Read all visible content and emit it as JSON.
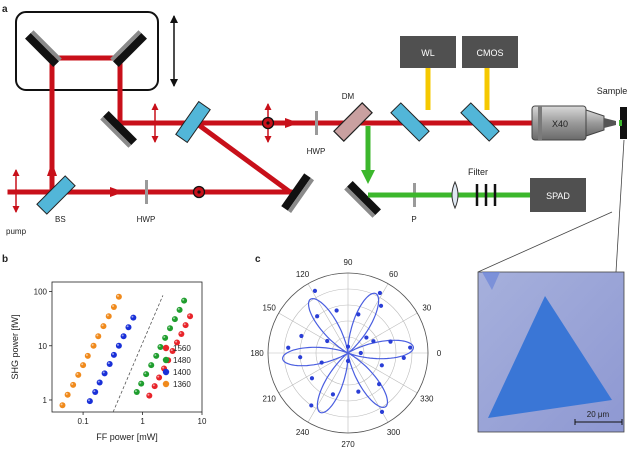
{
  "panels": {
    "a": "a",
    "b": "b",
    "c": "c"
  },
  "setup": {
    "pump": "pump",
    "bs": "BS",
    "hwp1": "HWP",
    "hwp2": "HWP",
    "dm": "DM",
    "wl": "WL",
    "cmos": "CMOS",
    "objective": "X40",
    "sample": "Sample",
    "filter": "Filter",
    "spad": "SPAD",
    "polarizer": "P"
  },
  "colors": {
    "beam_red": "#c8101a",
    "beam_green": "#3cb72c",
    "beam_yellow": "#f5c800",
    "optic_blue": "#52b6d8",
    "box_dark": "#505050",
    "crystal_blue": "#3a76d6",
    "image_bg": "#9aa3d8"
  },
  "chart_data": [
    {
      "type": "scatter",
      "xlabel": "FF power [mW]",
      "ylabel": "SHG power [fW]",
      "xscale": "log",
      "yscale": "log",
      "xlim": [
        0.03,
        10
      ],
      "ylim": [
        0.6,
        150
      ],
      "xticks": [
        "0.1",
        "1",
        "10"
      ],
      "yticks": [
        "1",
        "10",
        "100"
      ],
      "legend_position": "bottom-right",
      "series": [
        {
          "name": "1560",
          "color": "#e8242a",
          "x": [
            1.3,
            1.6,
            1.9,
            2.3,
            2.7,
            3.2,
            3.8,
            4.5,
            5.3,
            6.3
          ],
          "y": [
            1.2,
            1.8,
            2.6,
            3.8,
            5.4,
            8,
            11.5,
            16.5,
            24,
            35
          ]
        },
        {
          "name": "1480",
          "color": "#1f9e2e",
          "x": [
            0.8,
            0.95,
            1.15,
            1.4,
            1.7,
            2.0,
            2.4,
            2.9,
            3.5,
            4.2,
            5.0
          ],
          "y": [
            1.4,
            2,
            3,
            4.4,
            6.5,
            9.5,
            14,
            21,
            31,
            46,
            68
          ]
        },
        {
          "name": "1400",
          "color": "#1930d8",
          "x": [
            0.13,
            0.16,
            0.19,
            0.23,
            0.28,
            0.33,
            0.4,
            0.48,
            0.58,
            0.7
          ],
          "y": [
            0.95,
            1.4,
            2.1,
            3.1,
            4.6,
            6.8,
            10,
            15,
            22,
            33
          ]
        },
        {
          "name": "1360",
          "color": "#f08a1c",
          "x": [
            0.045,
            0.055,
            0.068,
            0.083,
            0.1,
            0.12,
            0.15,
            0.18,
            0.22,
            0.27,
            0.33,
            0.4
          ],
          "y": [
            0.8,
            1.25,
            1.9,
            2.9,
            4.4,
            6.5,
            10,
            15,
            23,
            35,
            52,
            80
          ]
        }
      ],
      "reference_line": {
        "style": "dashed",
        "x": [
          0.32,
          2.2
        ],
        "y": [
          0.6,
          85
        ]
      }
    },
    {
      "type": "polar",
      "angle_ticks": [
        "0",
        "30",
        "60",
        "90",
        "120",
        "150",
        "180",
        "210",
        "240",
        "270",
        "300",
        "330"
      ],
      "radial_max": 1.0,
      "series": [
        {
          "name": "",
          "color": "#2a3ed6",
          "points": [
            {
              "theta": 0,
              "r": 0.16
            },
            {
              "theta": 5,
              "r": 0.78
            },
            {
              "theta": 15,
              "r": 0.55
            },
            {
              "theta": 25,
              "r": 0.35
            },
            {
              "theta": 40,
              "r": 0.3
            },
            {
              "theta": 55,
              "r": 0.72
            },
            {
              "theta": 62,
              "r": 0.85
            },
            {
              "theta": 75,
              "r": 0.5
            },
            {
              "theta": 90,
              "r": 0.08
            },
            {
              "theta": 105,
              "r": 0.55
            },
            {
              "theta": 118,
              "r": 0.88
            },
            {
              "theta": 130,
              "r": 0.6
            },
            {
              "theta": 150,
              "r": 0.3
            },
            {
              "theta": 160,
              "r": 0.62
            },
            {
              "theta": 175,
              "r": 0.75
            },
            {
              "theta": 185,
              "r": 0.6
            },
            {
              "theta": 200,
              "r": 0.35
            },
            {
              "theta": 215,
              "r": 0.55
            },
            {
              "theta": 235,
              "r": 0.8
            },
            {
              "theta": 250,
              "r": 0.55
            },
            {
              "theta": 270,
              "r": 0.1
            },
            {
              "theta": 285,
              "r": 0.5
            },
            {
              "theta": 300,
              "r": 0.85
            },
            {
              "theta": 315,
              "r": 0.55
            },
            {
              "theta": 340,
              "r": 0.45
            },
            {
              "theta": 355,
              "r": 0.7
            }
          ],
          "fit_lobes": 6,
          "fit_phase_deg": 5
        }
      ]
    }
  ],
  "micrograph": {
    "scale_bar": "20 μm"
  }
}
